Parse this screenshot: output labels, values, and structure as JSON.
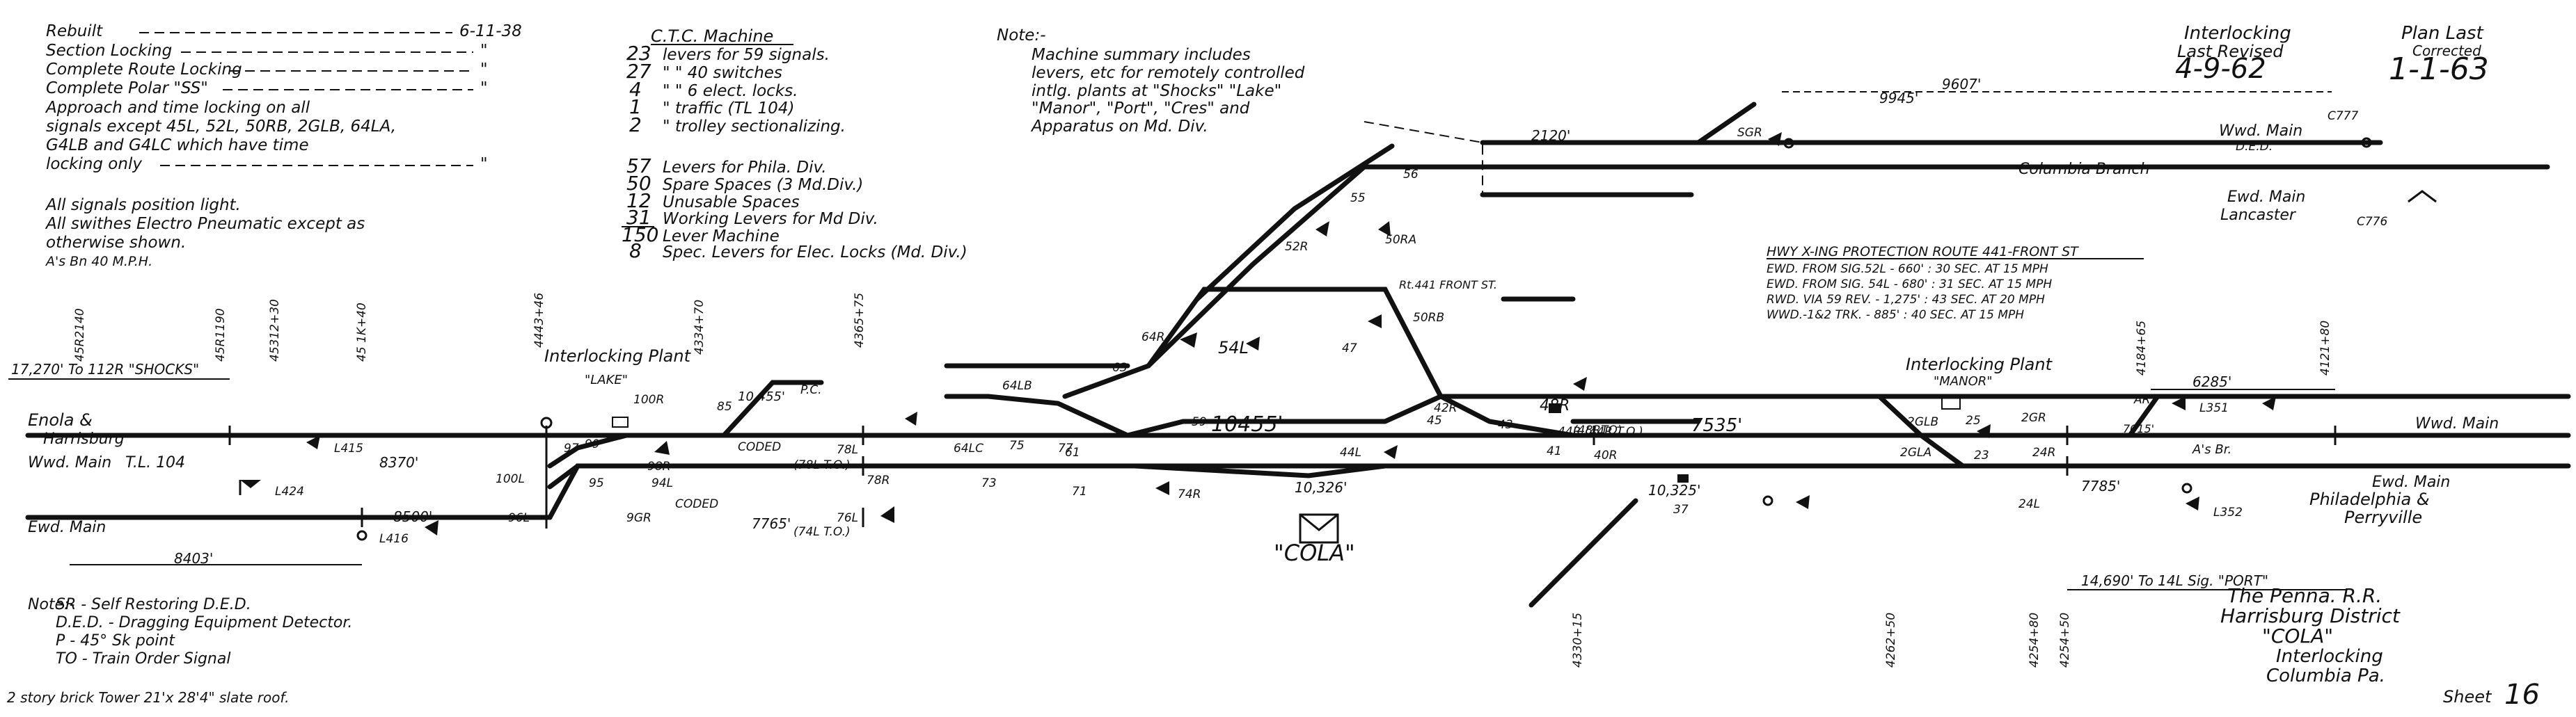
{
  "notes_left": [
    {
      "label": "Rebuilt",
      "value": "6-11-38"
    },
    {
      "label": "Section Locking",
      "value": "\""
    },
    {
      "label": "Complete Route Locking",
      "value": "\""
    },
    {
      "label": "Complete Polar \"SS\"",
      "value": "\""
    },
    {
      "label": "Approach and time locking on all",
      "value": ""
    },
    {
      "label": "signals except 45L, 52L, 50RB, 2GLB, 64LA,",
      "value": ""
    },
    {
      "label": "G4LB and G4LC which have time",
      "value": ""
    },
    {
      "label": "locking only",
      "value": "\""
    }
  ],
  "notes_left2": [
    "All signals position light.",
    "All swithes Electro Pneumatic except as",
    "otherwise shown.",
    "A's Bn 40 M.P.H."
  ],
  "ctc": {
    "title": "C.T.C. Machine",
    "rows": [
      {
        "n": "23",
        "text": "levers for 59 signals."
      },
      {
        "n": "27",
        "text": "\"  \"  40 switches"
      },
      {
        "n": "4",
        "text": "\"  \"  6 elect. locks."
      },
      {
        "n": "1",
        "text": "\"  traffic (TL 104)"
      },
      {
        "n": "2",
        "text": "\"  trolley sectionalizing."
      }
    ],
    "rows2": [
      {
        "n": "57",
        "text": "Levers for Phila. Div."
      },
      {
        "n": "50",
        "text": "Spare Spaces (3 Md.Div.)"
      },
      {
        "n": "12",
        "text": "Unusable Spaces"
      },
      {
        "n": "31",
        "text": "Working Levers for Md Div."
      },
      {
        "n": "150",
        "text": "Lever Machine"
      },
      {
        "n": "8",
        "text": "Spec. Levers for Elec. Locks (Md. Div.)"
      }
    ]
  },
  "note_mid": {
    "title": "Note:-",
    "lines": [
      "Machine summary includes",
      "levers, etc for remotely controlled",
      "intlg. plants at \"Shocks\" \"Lake\"",
      "\"Manor\", \"Port\", \"Cres\" and",
      "Apparatus on Md. Div."
    ]
  },
  "header_right": {
    "interlocking": "Interlocking",
    "last_revised": "Last Revised",
    "revised_date": "4-9-62",
    "plan_last": "Plan Last",
    "corrected": "Corrected",
    "corrected_date": "1-1-63"
  },
  "hwy": {
    "title": "HWY X-ING PROTECTION ROUTE 441-FRONT ST",
    "rows": [
      "EWD. FROM SIG.52L - 660' : 30 SEC. AT 15 MPH",
      "EWD. FROM SIG. 54L - 680' : 31 SEC. AT 15 MPH",
      "RWD. VIA 59 REV.  - 1,275' : 43 SEC. AT 20 MPH",
      "WWD.-1&2 TRK.  - 885' : 40 SEC. AT 15 MPH"
    ]
  },
  "plants": {
    "lake_title": "Interlocking Plant",
    "lake_name": "\"LAKE\"",
    "manor_title": "Interlocking Plant",
    "manor_name": "\"MANOR\"",
    "cola": "\"COLA\""
  },
  "places": {
    "enola": "Enola &",
    "harrisburg": "Harrisburg",
    "columbia_branch": "Columbia Branch",
    "lancaster": "Lancaster",
    "philadelphia": "Philadelphia &",
    "perryville": "Perryville",
    "to_shocks": "17,270' To 112R \"SHOCKS\"",
    "to_port": "14,690' To 14L Sig. \"PORT\"",
    "front_st": "Rt.441 FRONT ST.",
    "as_br": "A's Br."
  },
  "tracks": {
    "wwd_main_left": "Wwd. Main",
    "tl104": "T.L. 104",
    "ewd_main_left": "Ewd. Main",
    "wwd_main_right": "Wwd. Main",
    "ewd_main_right": "Ewd. Main",
    "wwd_main_branch": "Wwd. Main",
    "ewd_main_branch": "Ewd. Main"
  },
  "distances": {
    "d8370": "8370'",
    "d8500": "8500'",
    "d8403": "8403'",
    "d10455a": "10 455'",
    "d10455b": "10455'",
    "d7535": "7535'",
    "d10326": "10,326'",
    "d10325": "10,325'",
    "d7765": "7765'",
    "d7785": "7785'",
    "d6285": "6285'",
    "d2120": "2120'",
    "d9607": "9607'",
    "d9945": "9945'",
    "d7015": "7015'"
  },
  "mileposts": [
    "45R2140",
    "45R1190",
    "45312+30",
    "45 1K+40",
    "4443+46",
    "4334+70",
    "4365+75",
    "4184+65",
    "4121+80",
    "4330+15",
    "4262+50",
    "4254+80",
    "4254+50"
  ],
  "signals": [
    "100R",
    "L415",
    "L424",
    "L416",
    "96L",
    "100L",
    "97",
    "99",
    "95",
    "98R",
    "94L",
    "85",
    "P.C.",
    "CODED",
    "78L",
    "(78L T.O.)",
    "78R",
    "76L",
    "(74L T.O.)",
    "74R",
    "64LB",
    "64LC",
    "64R",
    "77",
    "75",
    "73",
    "61",
    "71",
    "63",
    "59",
    "54L",
    "47",
    "50RB",
    "52R",
    "56",
    "55",
    "50RA",
    "48R",
    "(48RTO)",
    "44R (44R T.O.)",
    "40R",
    "41",
    "43",
    "42R",
    "44L",
    "45",
    "37",
    "2GLB",
    "2GLA",
    "2GR",
    "24R",
    "24L",
    "25",
    "23",
    "L351",
    "L352",
    "SGR",
    "C777",
    "C776",
    "D.E.D.",
    "AR",
    "9GR",
    "CODED"
  ],
  "legend_bottom": {
    "title": "Note:-",
    "rows": [
      "SR - Self Restoring D.E.D.",
      "D.E.D. - Dragging Equipment Detector.",
      "P - 45° Sk point",
      "TO - Train Order Signal"
    ],
    "tower": "2 story brick Tower 21'x 28'4\" slate roof."
  },
  "title_block": {
    "rr": "The Penna. R.R.",
    "district": "Harrisburg District",
    "name": "\"COLA\"",
    "type": "Interlocking",
    "location": "Columbia Pa.",
    "sheet_label": "Sheet",
    "sheet_no": "16"
  },
  "colors": {
    "ink": "#111111",
    "paper": "#ffffff"
  }
}
